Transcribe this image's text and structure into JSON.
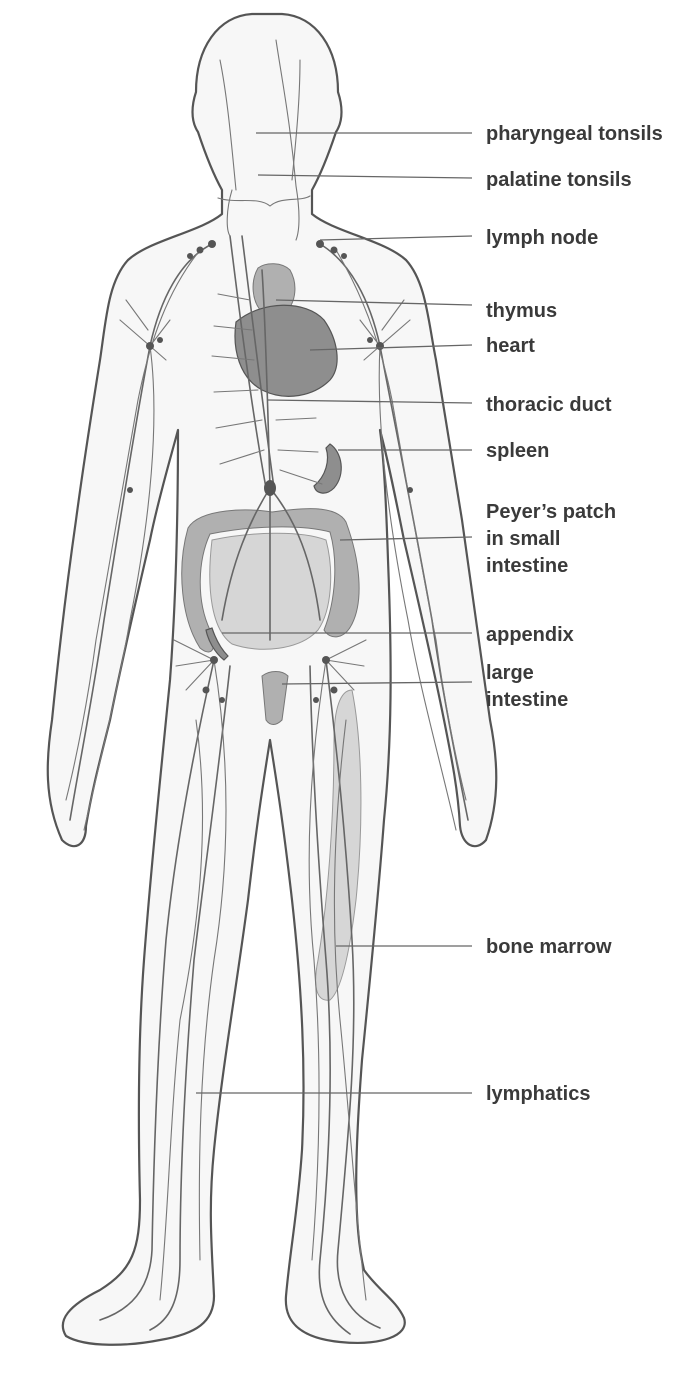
{
  "labels": {
    "pharyngeal_tonsils": "pharyngeal tonsils",
    "palatine_tonsils": "palatine tonsils",
    "lymph_node": "lymph node",
    "thymus": "thymus",
    "heart": "heart",
    "thoracic_duct": "thoracic duct",
    "spleen": "spleen",
    "peyers_patch": [
      "Peyer’s patch",
      "in small",
      "intestine"
    ],
    "appendix": "appendix",
    "large_intestine": [
      "large",
      "intestine"
    ],
    "bone_marrow": "bone marrow",
    "lymphatics": "lymphatics"
  },
  "colors": {
    "outline": "#555555",
    "organ_dark": "#8e8e8e",
    "organ_light": "#d6d6d6",
    "label_text": "#3a3a3a"
  }
}
